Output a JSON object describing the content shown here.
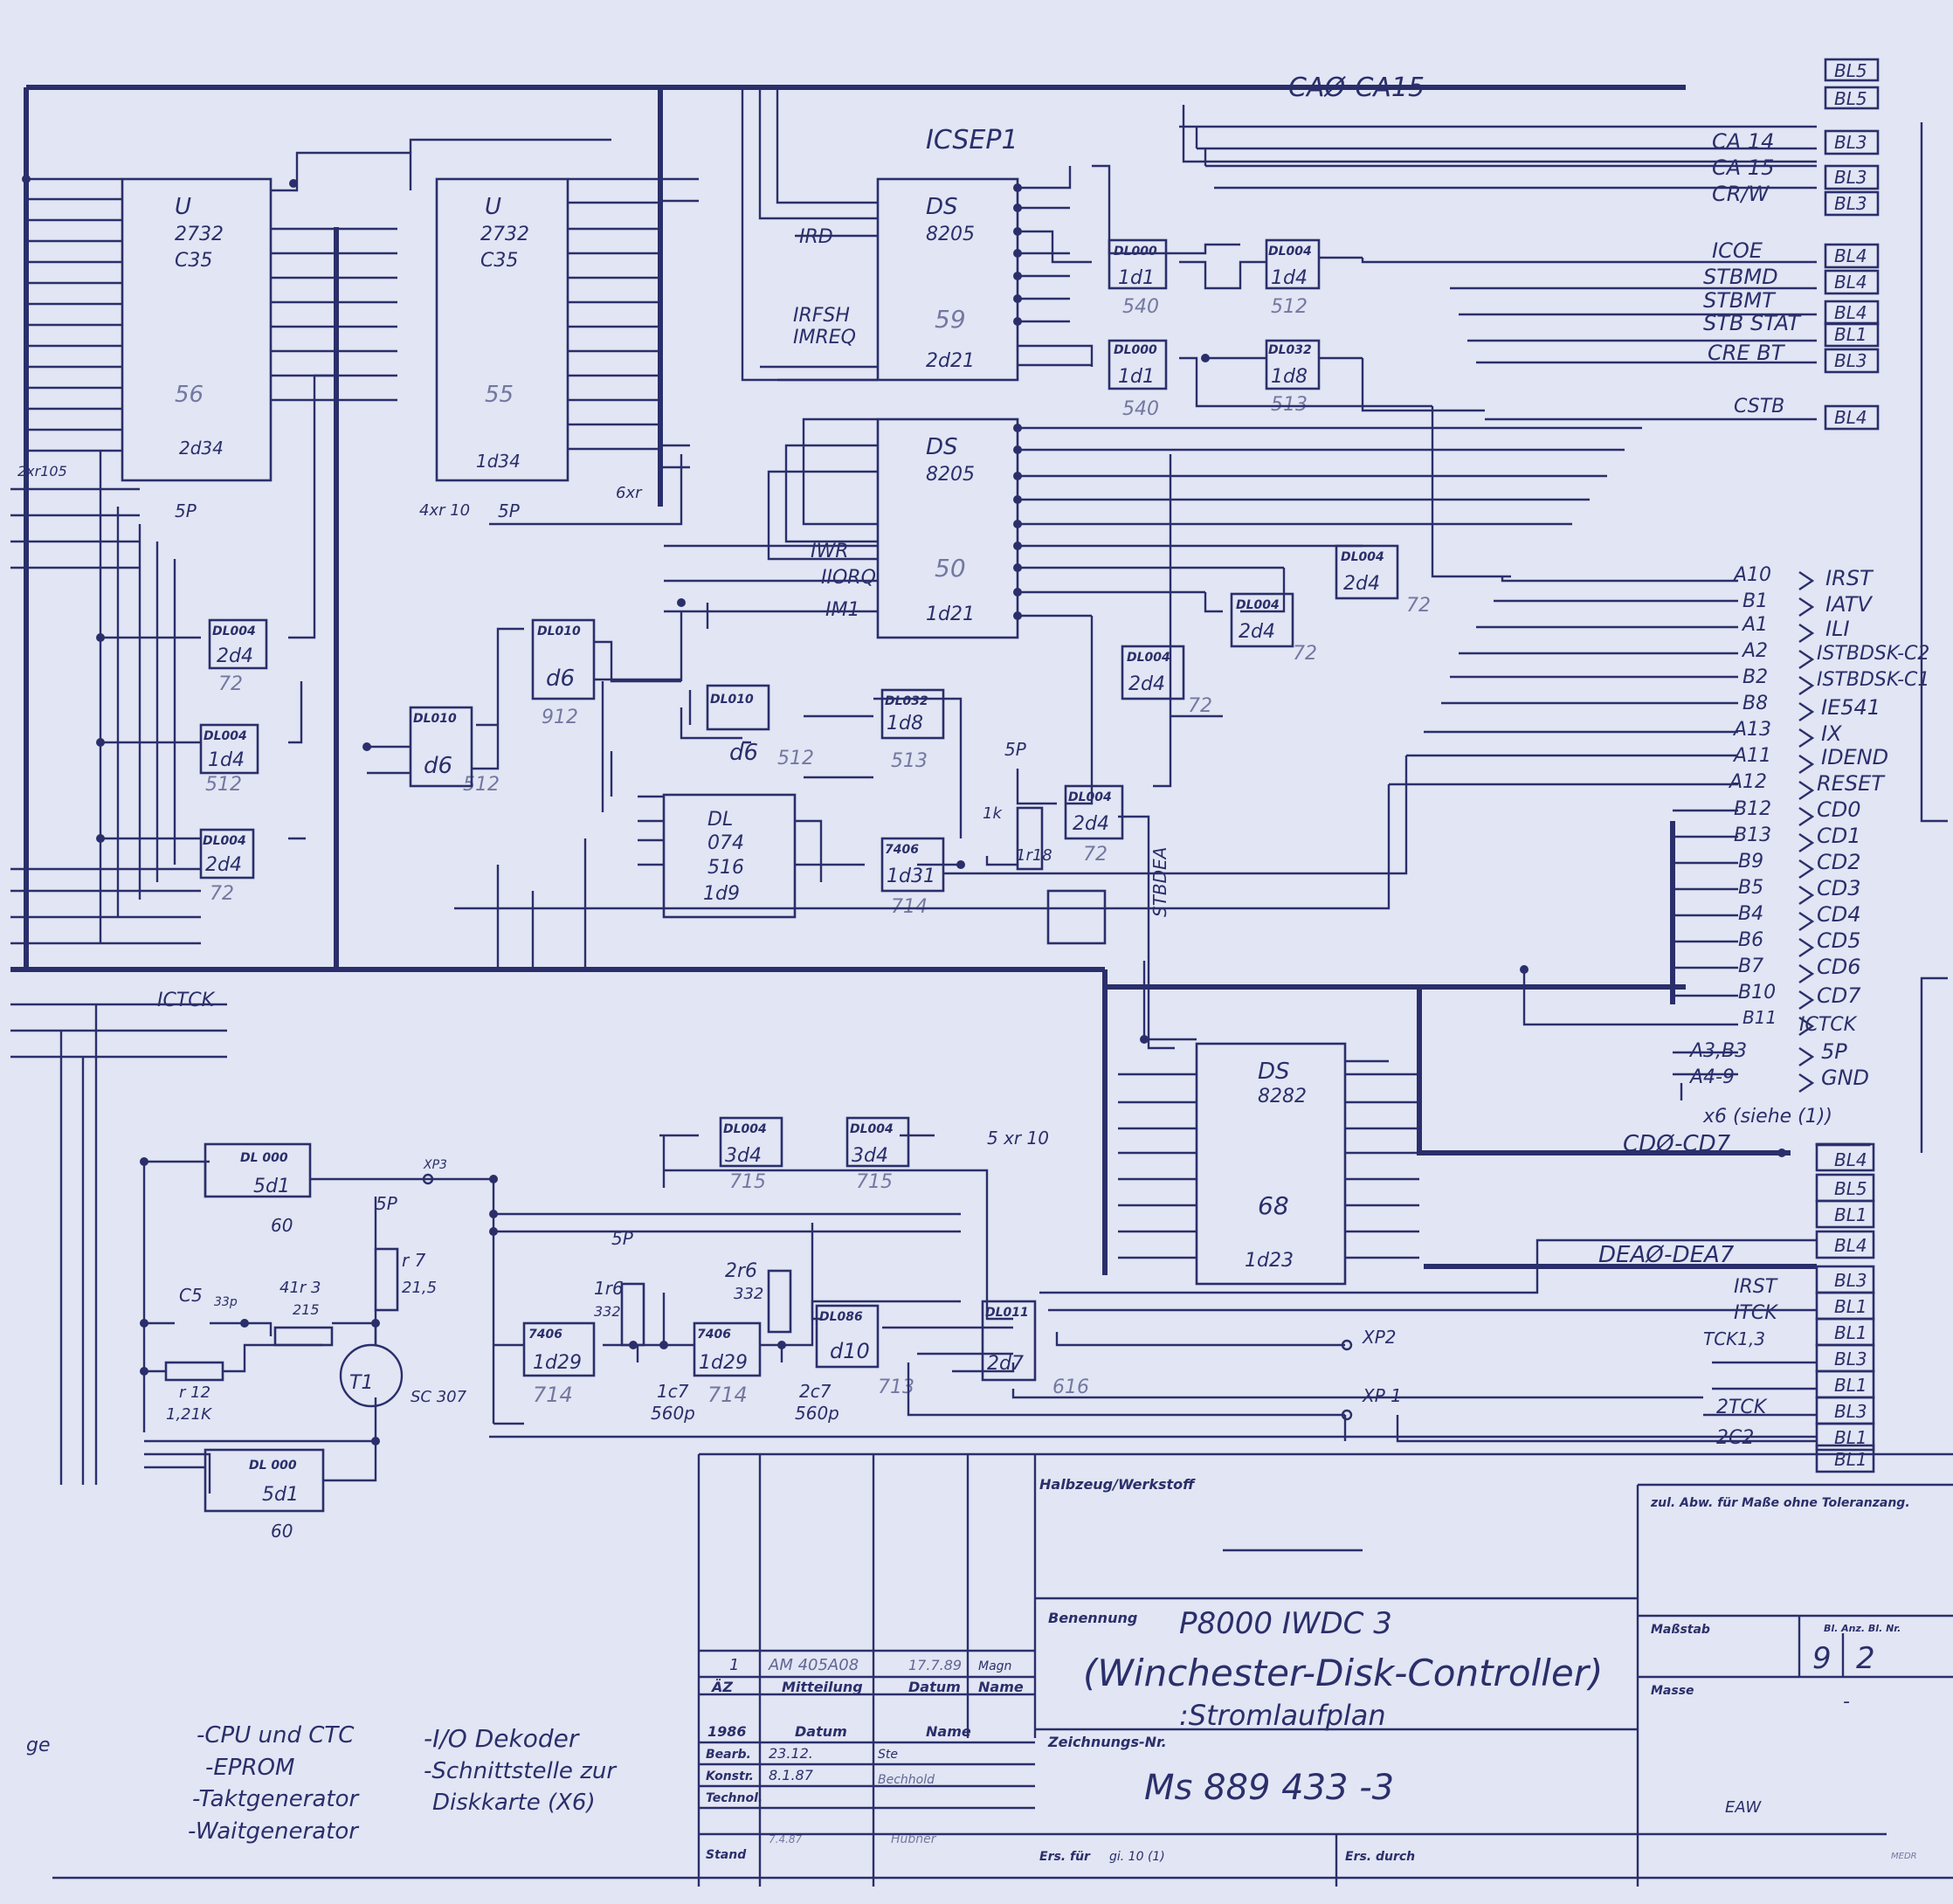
{
  "schematic": {
    "bus_top": "CAØ-CA15",
    "bus_data": "CDØ-CD7",
    "bus_dea": "DEAØ-DEA7",
    "signal_ictck": "ICTCK",
    "signal_stbdea": "STBDEA",
    "chips": [
      {
        "id": "eprom1",
        "ref": "C35",
        "type": "U",
        "sub": "2732",
        "pos": "2d34",
        "num": "56"
      },
      {
        "id": "eprom2",
        "ref": "C35",
        "type": "U",
        "sub": "2732",
        "pos": "1d34",
        "num": "55"
      },
      {
        "id": "dec1",
        "type": "DS",
        "sub": "8205",
        "pos": "2d21",
        "num": "59"
      },
      {
        "id": "dec2",
        "type": "DS",
        "sub": "8205",
        "pos": "1d21",
        "num": "50"
      },
      {
        "id": "latch",
        "type": "DS",
        "sub": "8282",
        "pos": "1d23",
        "num": "68"
      },
      {
        "id": "ff",
        "type": "DL",
        "sub": "074",
        "pos": "1d9",
        "num": "516"
      }
    ],
    "decoder_label": "ICSEP1",
    "gates": [
      {
        "type": "DL000",
        "pos": "1d1",
        "num": "540"
      },
      {
        "type": "DL000",
        "pos": "1d1",
        "num": "540"
      },
      {
        "type": "DL004",
        "pos": "1d4",
        "num": "512"
      },
      {
        "type": "DL032",
        "pos": "1d8",
        "num": "513"
      },
      {
        "type": "DL004",
        "pos": "2d4",
        "num": "72"
      },
      {
        "type": "DL004",
        "pos": "2d4",
        "num": "72"
      },
      {
        "type": "DL004",
        "pos": "2d4",
        "num": "72"
      },
      {
        "type": "DL004",
        "pos": "2d4",
        "num": "72"
      },
      {
        "type": "DL004",
        "pos": "1d4",
        "num": "512"
      },
      {
        "type": "DL004",
        "pos": "2d4",
        "num": "72"
      },
      {
        "type": "DL010",
        "pos": "d6",
        "num": "912"
      },
      {
        "type": "DL010",
        "pos": "d6",
        "num": "512"
      },
      {
        "type": "DL010",
        "pos": "d6",
        "num": "512"
      },
      {
        "type": "DL032",
        "pos": "1d8",
        "num": "513"
      },
      {
        "type": "DL004",
        "pos": "2d4",
        "num": "72"
      },
      {
        "type": "7406",
        "pos": "1d31",
        "num": "714"
      },
      {
        "type": "DL 000",
        "pos": "5d1",
        "num": "60"
      },
      {
        "type": "DL 000",
        "pos": "5d1",
        "num": "60"
      },
      {
        "type": "DL004",
        "pos": "3d4",
        "num": "715"
      },
      {
        "type": "DL004",
        "pos": "3d4",
        "num": "715"
      },
      {
        "type": "7406",
        "pos": "1d29",
        "num": "714"
      },
      {
        "type": "7406",
        "pos": "1d29",
        "num": "714"
      },
      {
        "type": "DL086",
        "pos": "d10",
        "num": "713"
      },
      {
        "type": "DL011",
        "pos": "2d7",
        "num": "616"
      }
    ],
    "components": {
      "transistor": "T1",
      "transistor_type": "SC 307",
      "c5": "C5",
      "c5_val": "33p",
      "r3": "41r 3",
      "r3_val": "215",
      "r7": "r 7",
      "r7_val": "21,5",
      "r12": "r 12",
      "r12_val": "1,21K",
      "r6": "1r6",
      "r6_val": "332",
      "r6b": "2r6",
      "r6b_val": "332",
      "c7": "1c7",
      "c7_val": "560p",
      "c7b": "2c7",
      "c7b_val": "560p",
      "r1k": "1k",
      "r18": "1r18",
      "vcc": "5P"
    },
    "connectors": {
      "xp1": "XP 1",
      "xp2": "XP2",
      "xp3": "XP3",
      "x6": "x6 (siehe (1))",
      "xr10": "5 xr 10",
      "xr6": "6xr",
      "xr4": "4xr 10",
      "xr2": "2xr105"
    },
    "right_bl": [
      {
        "sig": "",
        "bl": "BL5"
      },
      {
        "sig": "",
        "bl": "BL5"
      },
      {
        "sig": "CA 14",
        "bl": "BL3"
      },
      {
        "sig": "CA 15",
        "bl": "BL3"
      },
      {
        "sig": "CR/W",
        "bl": "BL3"
      },
      {
        "sig": "ICOE",
        "bl": "BL4"
      },
      {
        "sig": "STBMD",
        "bl": "BL4"
      },
      {
        "sig": "STBMT",
        "bl": "BL4"
      },
      {
        "sig": "STB STAT",
        "bl": "BL1"
      },
      {
        "sig": "CRE BT",
        "bl": "BL3"
      },
      {
        "sig": "CSTB",
        "bl": "BL4"
      }
    ],
    "x6_pins": [
      {
        "pin": "A10",
        "sig": "IRST"
      },
      {
        "pin": "B1",
        "sig": "IATV"
      },
      {
        "pin": "A1",
        "sig": "ILI"
      },
      {
        "pin": "A2",
        "sig": "ISTBDSK-C2"
      },
      {
        "pin": "B2",
        "sig": "ISTBDSK-C1"
      },
      {
        "pin": "B8",
        "sig": "IE541"
      },
      {
        "pin": "A13",
        "sig": "IX"
      },
      {
        "pin": "A11",
        "sig": "IDEND"
      },
      {
        "pin": "A12",
        "sig": "RESET"
      },
      {
        "pin": "B12",
        "sig": "CD0"
      },
      {
        "pin": "B13",
        "sig": "CD1"
      },
      {
        "pin": "B9",
        "sig": "CD2"
      },
      {
        "pin": "B5",
        "sig": "CD3"
      },
      {
        "pin": "B4",
        "sig": "CD4"
      },
      {
        "pin": "B6",
        "sig": "CD5"
      },
      {
        "pin": "B7",
        "sig": "CD6"
      },
      {
        "pin": "B10",
        "sig": "CD7"
      },
      {
        "pin": "B11",
        "sig": "ICTCK"
      },
      {
        "pin": "A3,B3",
        "sig": "5P"
      },
      {
        "pin": "A4-9",
        "sig": "GND"
      }
    ],
    "bottom_bl": [
      {
        "sig": "",
        "bl": "BL4"
      },
      {
        "sig": "",
        "bl": "BL5"
      },
      {
        "sig": "",
        "bl": "BL1"
      },
      {
        "sig": "DEAØ-DEA7",
        "bl": "BL4"
      },
      {
        "sig": "",
        "bl": "BL3"
      },
      {
        "sig": "IRST",
        "bl": "BL1"
      },
      {
        "sig": "ITCK",
        "bl": "BL1"
      },
      {
        "sig": "TCK1,3",
        "bl": "BL3"
      },
      {
        "sig": "",
        "bl": "BL1"
      },
      {
        "sig": "",
        "bl": "BL3"
      },
      {
        "sig": "2TCK",
        "bl": "BL1"
      },
      {
        "sig": "2C2",
        "bl": "BL1"
      }
    ],
    "decoder_inputs": {
      "ird": "IRD",
      "irfsh": "IRFSH",
      "imreq": "IMREQ",
      "iwr": "IWR",
      "iiorq": "IIORQ",
      "im1": "IM1"
    }
  },
  "title_block": {
    "halbzeug_label": "Halbzeug/Werkstoff",
    "tolerance_label": "zul. Abw. für Maße ohne Toleranzang.",
    "benennung_label": "Benennung",
    "title_line1": "P8000 IWDC 3",
    "title_line2": "(Winchester-Disk-Controller)",
    "title_line3": ":Stromlaufplan",
    "massstab_label": "Maßstab",
    "bl_label": "Bl. Anz. Bl. Nr.",
    "sheet_count": "9",
    "sheet_num": "2",
    "masse_label": "Masse",
    "masse_value": "-",
    "zeichnungs_label": "Zeichnungs-Nr.",
    "drawing_number": "Ms 889 433 -3",
    "ers_fuer_label": "Ers. für",
    "ers_fuer_value": "gi. 10 (1)",
    "ers_durch_label": "Ers. durch",
    "company": "EAW",
    "revision_row": {
      "index": "1",
      "mitteilung": "AM 405A08",
      "datum": "17.7.89",
      "name": "Magn"
    },
    "revision_header": {
      "az": "ÄZ",
      "mitteilung": "Mitteilung",
      "datum": "Datum",
      "name": "Name"
    },
    "approval_header": {
      "year": "1986",
      "datum": "Datum",
      "name": "Name"
    },
    "approvals": [
      {
        "role": "Bearb.",
        "datum": "23.12.",
        "name": "Ste"
      },
      {
        "role": "Konstr.",
        "datum": "8.1.87",
        "name": "Bechhold"
      },
      {
        "role": "Technol.",
        "datum": "",
        "name": ""
      },
      {
        "role": "Stand",
        "datum": "7.4.87",
        "name": "Hübner"
      }
    ]
  },
  "legend": {
    "edge_label": "ge",
    "col1": [
      "-CPU und CTC",
      "-EPROM",
      "-Taktgenerator",
      "-Waitgenerator"
    ],
    "col2": [
      "-I/O Dekoder",
      "-Schnittstelle zur",
      "Diskkarte (X6)"
    ]
  },
  "corner_mark": "MEDR"
}
